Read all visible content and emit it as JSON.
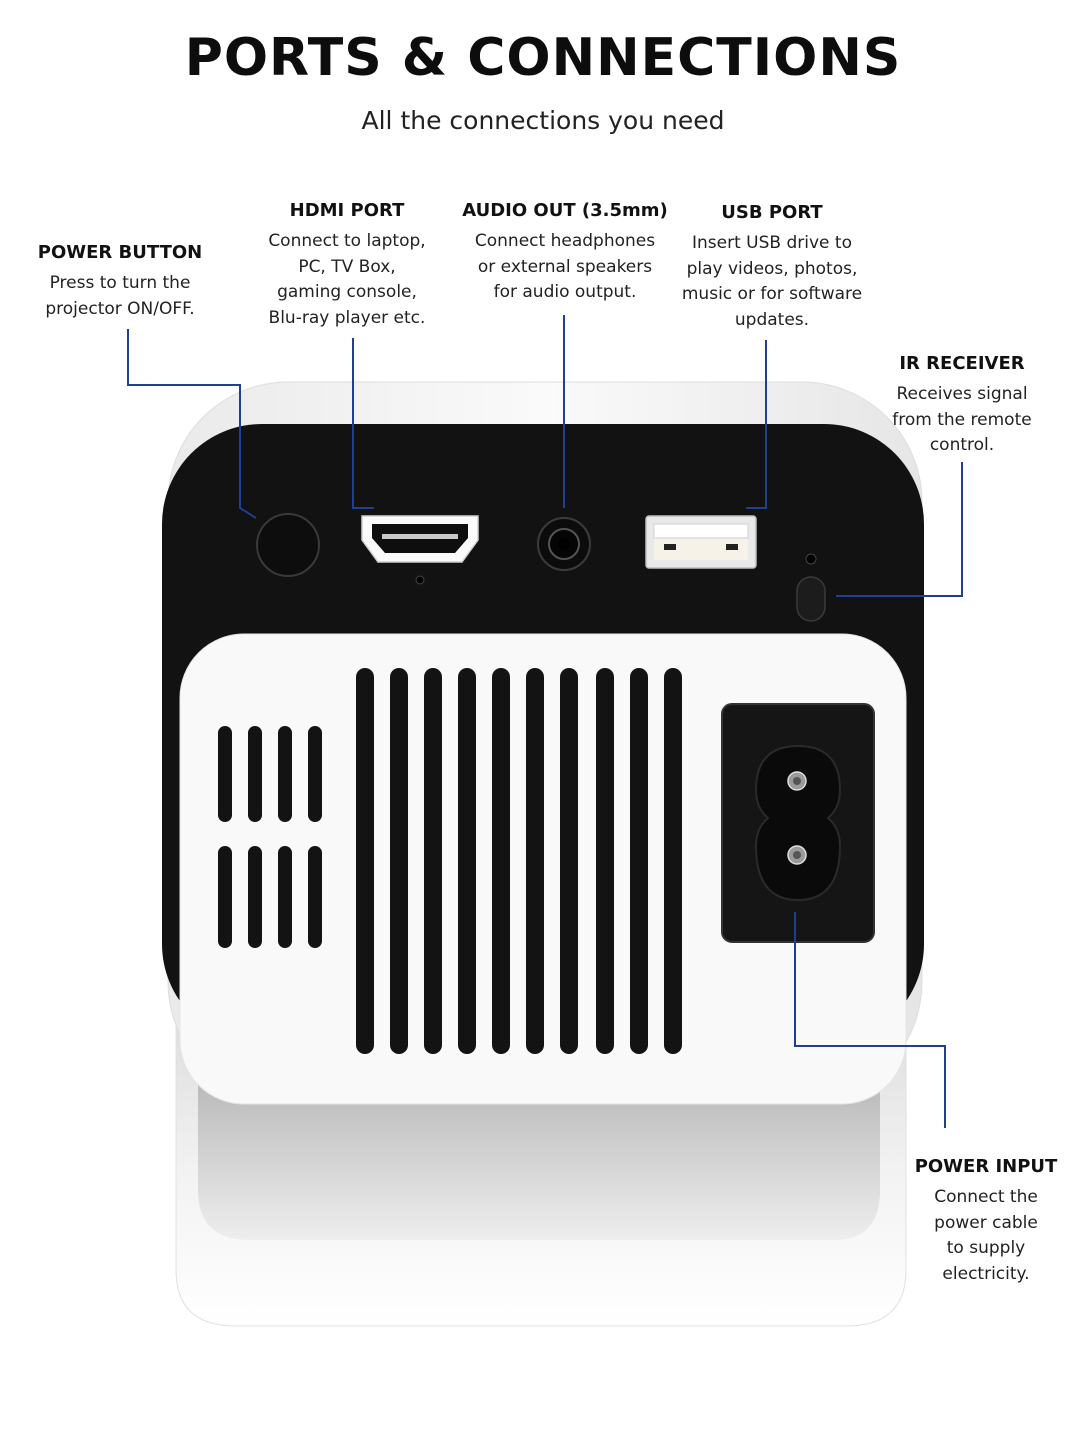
{
  "header": {
    "title": "PORTS & CONNECTIONS",
    "subtitle": "All the connections you need"
  },
  "callouts": {
    "power_button": {
      "title": "POWER BUTTON",
      "description": "Press to turn the\nprojector ON/OFF."
    },
    "hdmi_port": {
      "title": "HDMI PORT",
      "description": "Connect to laptop,\nPC, TV Box,\ngaming console,\nBlu-ray player etc."
    },
    "audio_out": {
      "title": "AUDIO OUT (3.5mm)",
      "description": "Connect headphones\nor external speakers\nfor audio output."
    },
    "usb_port": {
      "title": "USB PORT",
      "description": "Insert USB drive to\nplay videos, photos,\nmusic or for software\nupdates."
    },
    "ir_receiver": {
      "title": "IR RECEIVER",
      "description": "Receives signal\nfrom the remote\ncontrol."
    },
    "power_input": {
      "title": "POWER INPUT",
      "description": "Connect the\npower cable\nto supply\nelectricity."
    }
  },
  "colors": {
    "leader_line": "#1f3f8f",
    "device_white": "#f7f7f7",
    "device_black": "#111111",
    "background": "#ffffff"
  }
}
